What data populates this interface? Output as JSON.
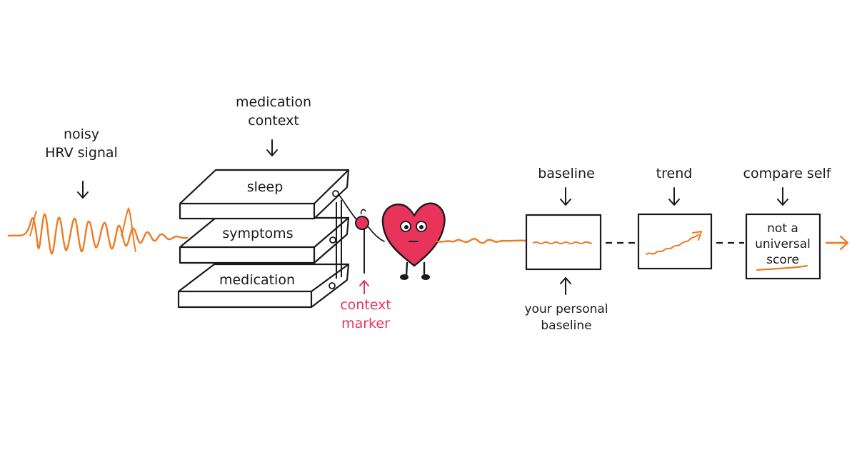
{
  "labels": {
    "noisy_signal": [
      "noisy",
      "HRV signal"
    ],
    "medication_context": [
      "medication",
      "context"
    ],
    "trays": [
      "sleep",
      "symptoms",
      "medication"
    ],
    "context_marker": [
      "context",
      "marker"
    ],
    "baseline": "baseline",
    "personal_baseline": [
      "your personal",
      "baseline"
    ],
    "trend": "trend",
    "compare_self": "compare self",
    "not_universal": [
      "not a",
      "universal",
      "score"
    ]
  },
  "colors": {
    "signal": "#f07a22",
    "accent": "#e8345a",
    "heart": "#e8345a",
    "ink": "#1a1a1a"
  }
}
